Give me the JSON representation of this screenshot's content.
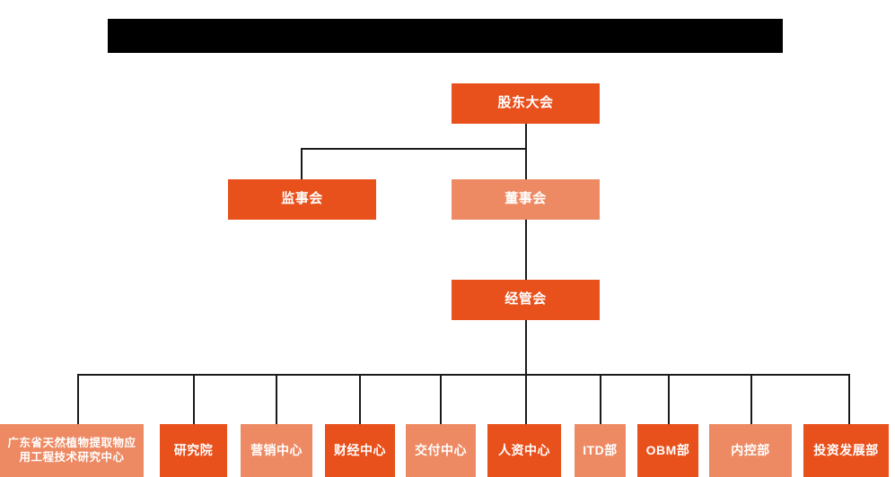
{
  "chart_data": {
    "type": "diagram",
    "diagram_kind": "organization-chart",
    "title": "",
    "orientation": "top-down",
    "colors": {
      "accent_dark": "#E8501C",
      "accent_light": "#ED8A63",
      "connector": "#1a1a1a",
      "background": "#ffffff",
      "redaction": "#000000",
      "text": "#ffffff"
    },
    "levels": [
      {
        "level": 1,
        "nodes": [
          "股东大会"
        ]
      },
      {
        "level": 2,
        "nodes": [
          "监事会",
          "董事会"
        ]
      },
      {
        "level": 3,
        "nodes": [
          "经管会"
        ]
      },
      {
        "level": 4,
        "nodes": [
          "广东省天然植物提取物应用工程技术研究中心",
          "研究院",
          "营销中心",
          "财经中心",
          "交付中心",
          "人资中心",
          "ITD部",
          "OBM部",
          "内控部",
          "投资发展部"
        ]
      }
    ],
    "edges": [
      {
        "from": "股东大会",
        "to": "监事会"
      },
      {
        "from": "股东大会",
        "to": "董事会"
      },
      {
        "from": "董事会",
        "to": "经管会"
      },
      {
        "from": "经管会",
        "to": "广东省天然植物提取物应用工程技术研究中心"
      },
      {
        "from": "经管会",
        "to": "研究院"
      },
      {
        "from": "经管会",
        "to": "营销中心"
      },
      {
        "from": "经管会",
        "to": "财经中心"
      },
      {
        "from": "经管会",
        "to": "交付中心"
      },
      {
        "from": "经管会",
        "to": "人资中心"
      },
      {
        "from": "经管会",
        "to": "ITD部"
      },
      {
        "from": "经管会",
        "to": "OBM部"
      },
      {
        "from": "经管会",
        "to": "内控部"
      },
      {
        "from": "经管会",
        "to": "投资发展部"
      }
    ]
  },
  "redaction": {
    "label": ""
  },
  "nodes": {
    "shareholders_meeting": {
      "label": "股东大会"
    },
    "board_of_supervisors": {
      "label": "监事会"
    },
    "board_of_directors": {
      "label": "董事会"
    },
    "management_committee": {
      "label": "经管会"
    },
    "dept_01": {
      "label": "广东省天然植物提取物应\n用工程技术研究中心"
    },
    "dept_02": {
      "label": "研究院"
    },
    "dept_03": {
      "label": "营销中心"
    },
    "dept_04": {
      "label": "财经中心"
    },
    "dept_05": {
      "label": "交付中心"
    },
    "dept_06": {
      "label": "人资中心"
    },
    "dept_07": {
      "label": "ITD部"
    },
    "dept_08": {
      "label": "OBM部"
    },
    "dept_09": {
      "label": "内控部"
    },
    "dept_10": {
      "label": "投资发展部"
    }
  }
}
